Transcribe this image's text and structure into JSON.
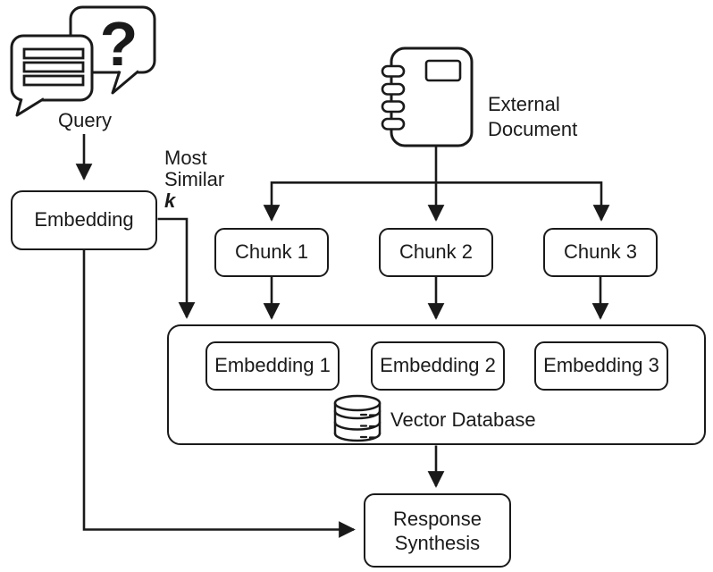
{
  "diagram": {
    "colors": {
      "stroke": "#1a1a1a",
      "background": "#ffffff"
    },
    "icons": {
      "query": "chat-bubbles-icon",
      "external_document": "notebook-icon",
      "vector_database": "database-cylinder-icon"
    },
    "query": {
      "label": "Query",
      "question_mark": "?"
    },
    "most_similar": {
      "line1": "Most",
      "line2": "Similar",
      "k_label": "k"
    },
    "embedding": {
      "label": "Embedding"
    },
    "external_document": {
      "line1": "External",
      "line2": "Document"
    },
    "chunks": [
      {
        "label": "Chunk 1"
      },
      {
        "label": "Chunk 2"
      },
      {
        "label": "Chunk 3"
      }
    ],
    "vector_database": {
      "label": "Vector Database",
      "embeddings": [
        {
          "label": "Embedding 1"
        },
        {
          "label": "Embedding 2"
        },
        {
          "label": "Embedding 3"
        }
      ]
    },
    "response_synthesis": {
      "line1": "Response",
      "line2": "Synthesis"
    }
  }
}
